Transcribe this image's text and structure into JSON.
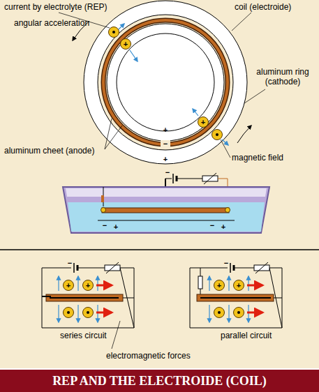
{
  "diagram": {
    "title": "REP AND THE ELECTROIDE (COIL)",
    "labels": [
      "current by electrolyte (REP)",
      "coil (electroide)",
      "angular acceleration",
      "aluminum ring (cathode)",
      "aluminum cheet (anode)",
      "magnetic field",
      "+",
      "−",
      "+",
      "+",
      "+",
      "−",
      "−",
      "+",
      "−",
      "+",
      "−",
      "+",
      "+",
      "−",
      "+",
      "+",
      "series circuit",
      "parallel circuit",
      "electromagnetic forces"
    ]
  }
}
